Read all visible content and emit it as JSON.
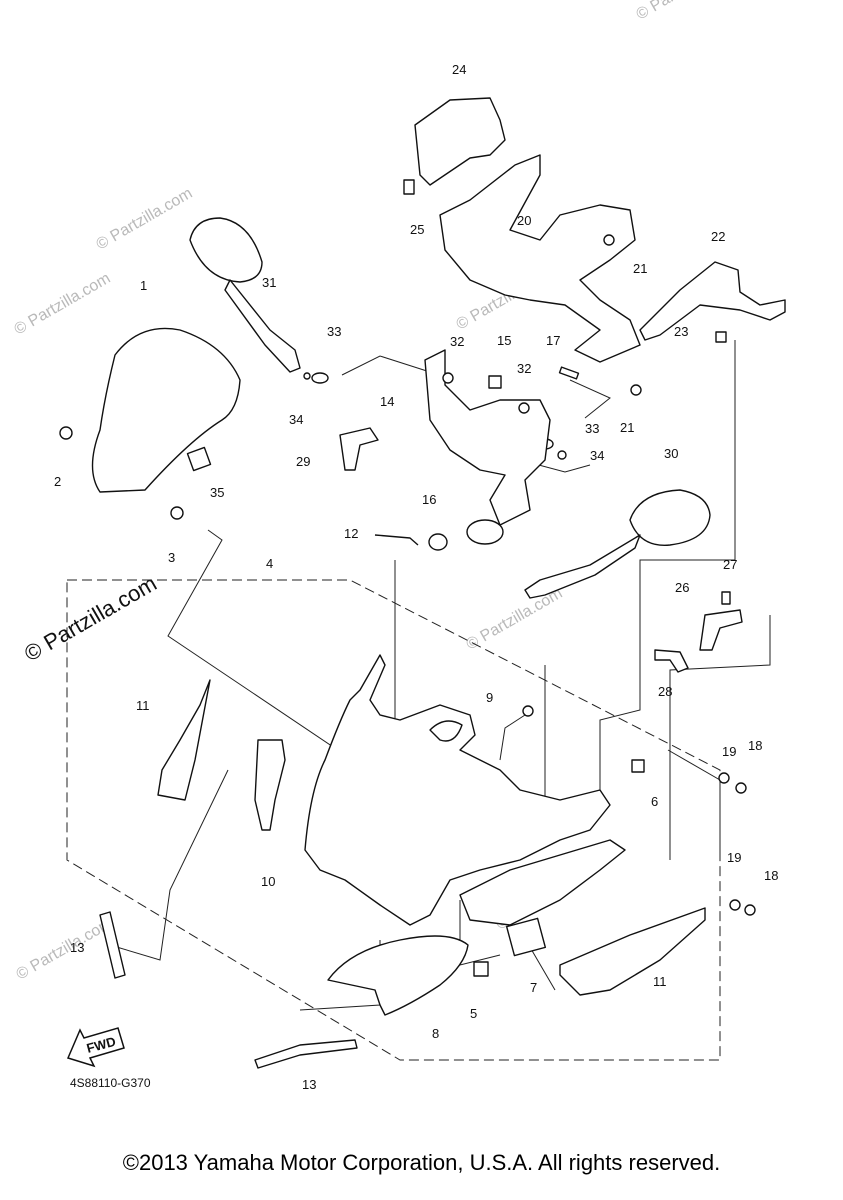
{
  "diagram": {
    "part_labels": [
      "1",
      "2",
      "3",
      "4",
      "5",
      "6",
      "7",
      "8",
      "9",
      "10",
      "11",
      "11",
      "12",
      "13",
      "13",
      "14",
      "15",
      "16",
      "17",
      "18",
      "18",
      "19",
      "19",
      "20",
      "21",
      "21",
      "22",
      "23",
      "24",
      "25",
      "26",
      "27",
      "28",
      "29",
      "30",
      "31",
      "32",
      "32",
      "33",
      "33",
      "34",
      "34",
      "35"
    ],
    "fwd_label": "FWD",
    "diagram_code": "4S88110-G370",
    "watermark_main": "© Partzilla.com",
    "watermark_text": "© Partzilla.com"
  },
  "footer": {
    "copyright": "©2013 Yamaha Motor Corporation, U.S.A. All rights reserved."
  }
}
